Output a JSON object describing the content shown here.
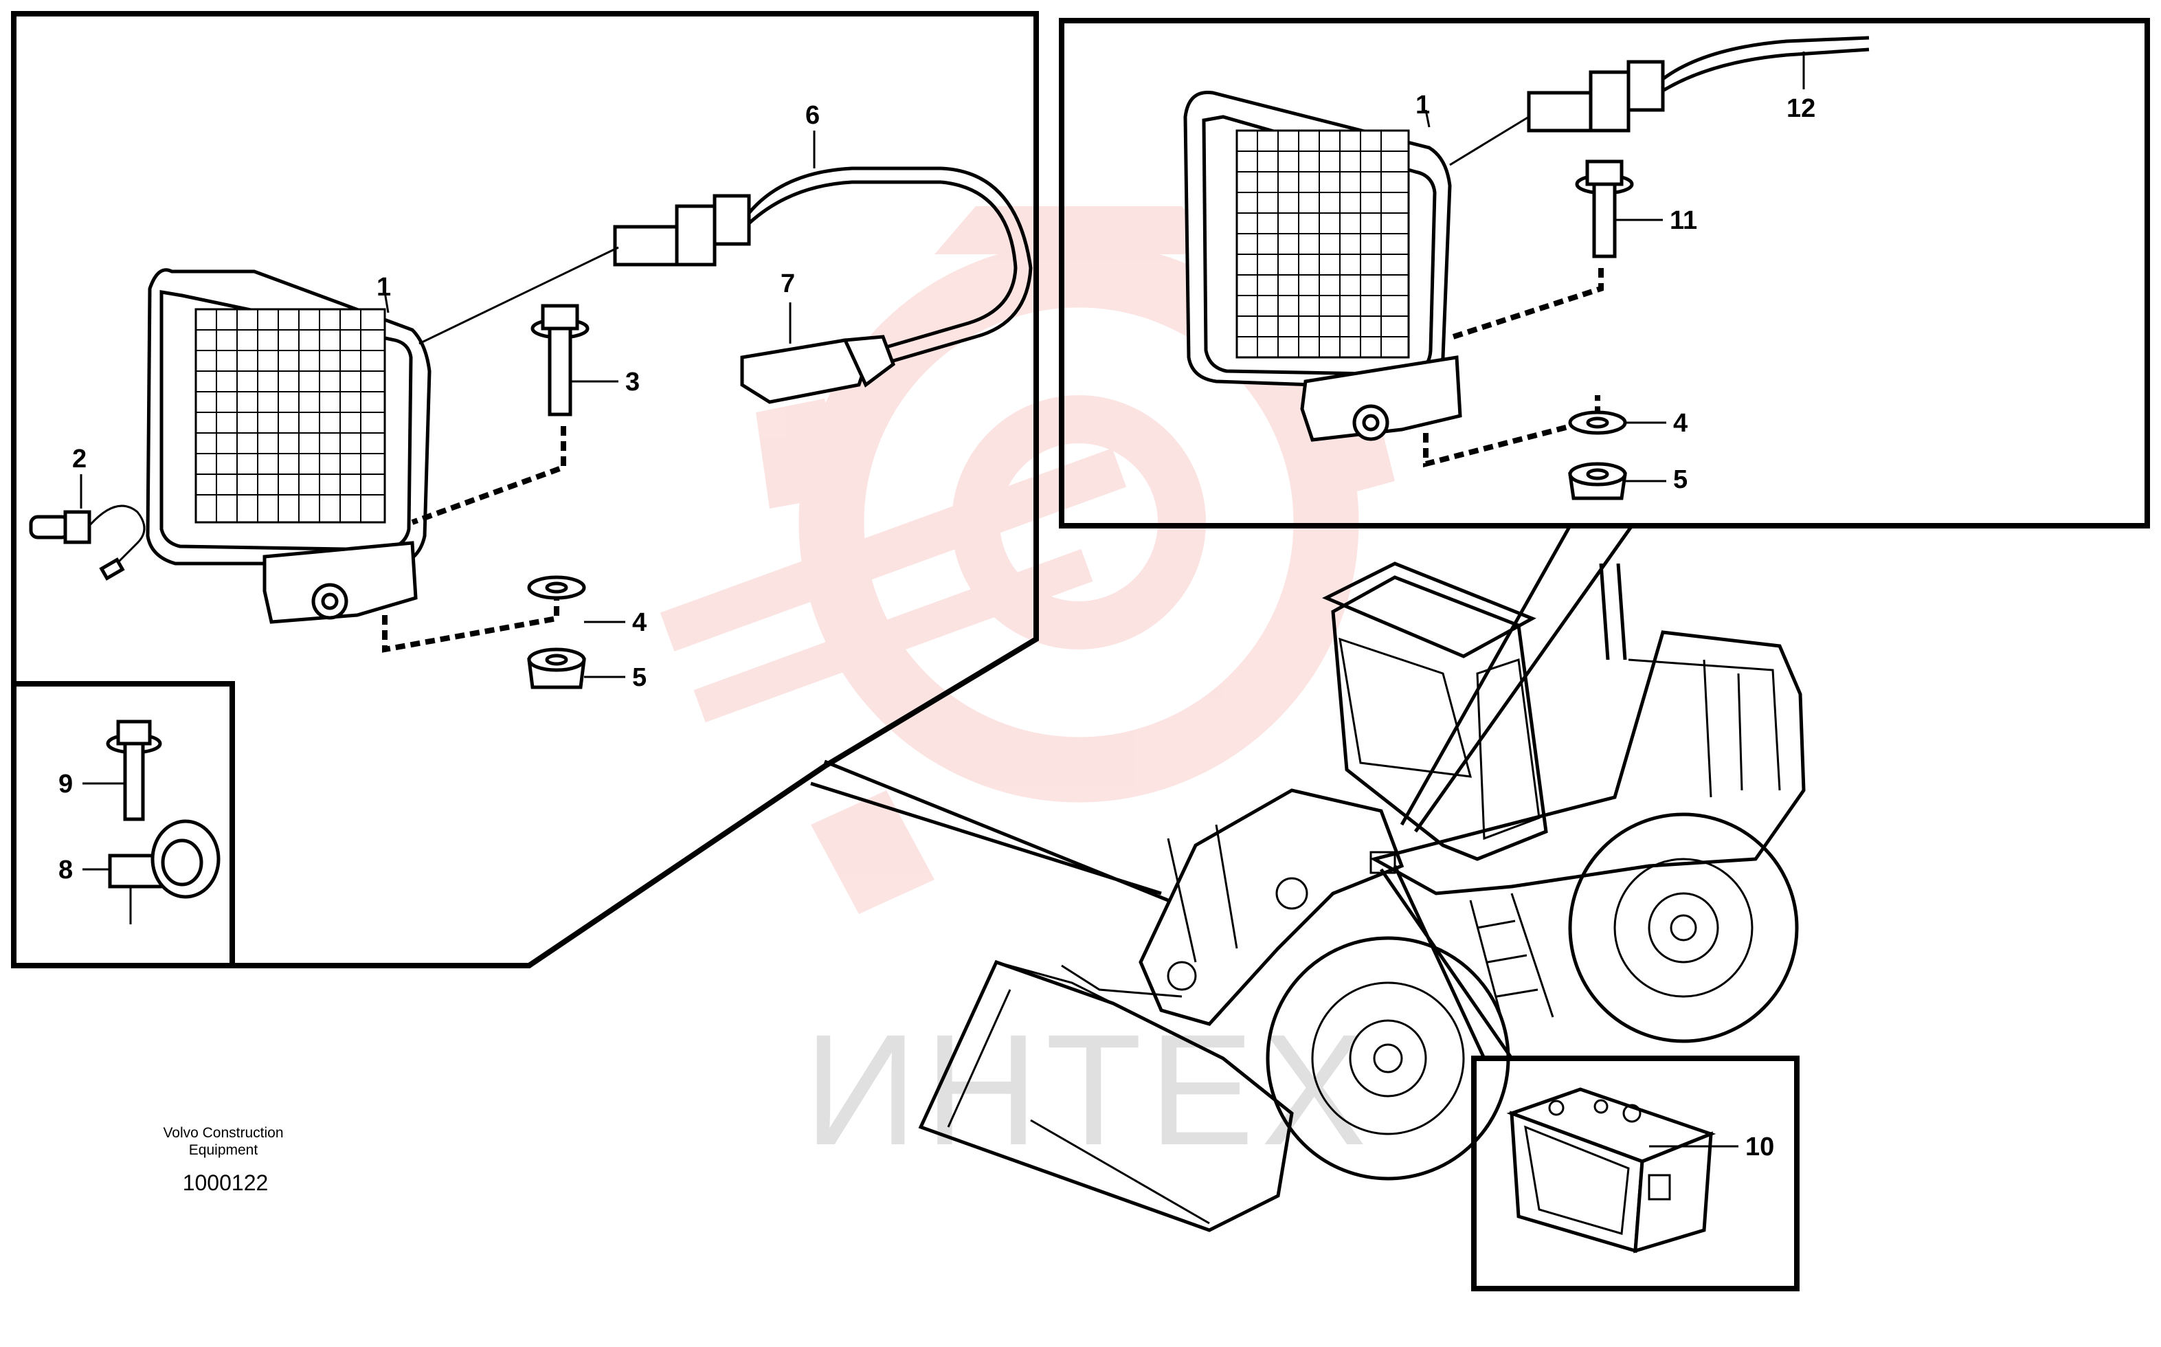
{
  "watermark": {
    "text": "ИНТЕХ",
    "emblem_color": "#e8302a",
    "text_color": "#cccccc"
  },
  "footer": {
    "maker_line1": "Volvo Construction",
    "maker_line2": "Equipment",
    "drawing_number": "1000122"
  },
  "callouts": {
    "left_lamp": "1",
    "left_bulb": "2",
    "left_screw": "3",
    "left_washer": "4",
    "left_nut": "5",
    "left_cable": "6",
    "left_plug": "7",
    "clamp": "8",
    "clamp_screw": "9",
    "battery_box": "10",
    "right_screw": "11",
    "right_cable": "12",
    "right_lamp": "1",
    "right_washer": "4",
    "right_nut": "5"
  }
}
